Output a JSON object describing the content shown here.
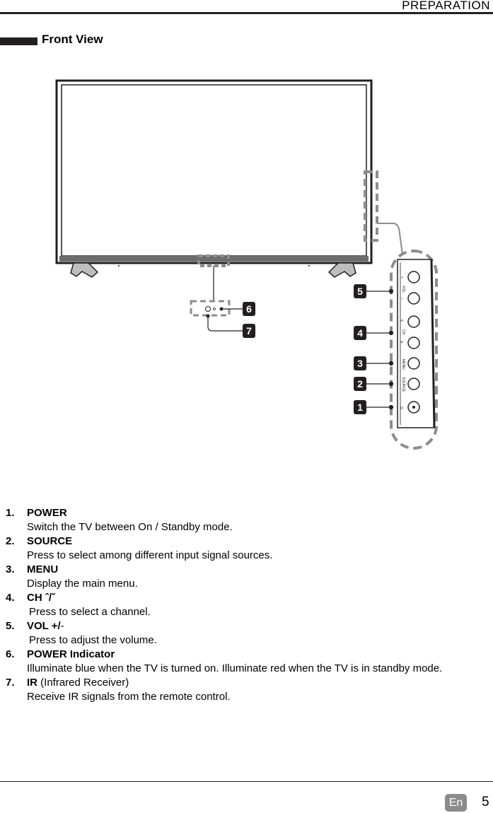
{
  "header": {
    "title": "PREPARATION"
  },
  "section": {
    "title": "Front View"
  },
  "panel": {
    "labels": [
      "VOL",
      "CH",
      "MENU",
      "SOURCE"
    ],
    "vol_plus": "+",
    "vol_minus": "−"
  },
  "items": [
    {
      "num": "1.",
      "title": "POWER",
      "desc": "Switch the TV between On / Standby mode."
    },
    {
      "num": "2.",
      "title": "SOURCE",
      "desc": "Press to select among different input signal sources."
    },
    {
      "num": "3.",
      "title": "MENU",
      "desc": "Display the main menu."
    },
    {
      "num": "4.",
      "title": "CH",
      "title_symbol": "ˆ/ˇ",
      "desc": "Press to select a channel."
    },
    {
      "num": "5.",
      "title": "VOL +/",
      "title_suffix": "-",
      "desc": "Press to adjust the volume."
    },
    {
      "num": "6.",
      "title": "POWER Indicator",
      "desc": "Illuminate blue when the TV is turned on. Illuminate red when the TV is in standby mode."
    },
    {
      "num": "7.",
      "title": "IR",
      "title_suffix": " (Infrared Receiver)",
      "desc": "Receive IR signals from the remote control."
    }
  ],
  "callouts": [
    "1",
    "2",
    "3",
    "4",
    "5",
    "6",
    "7"
  ],
  "footer": {
    "language": "En",
    "page": "5"
  }
}
